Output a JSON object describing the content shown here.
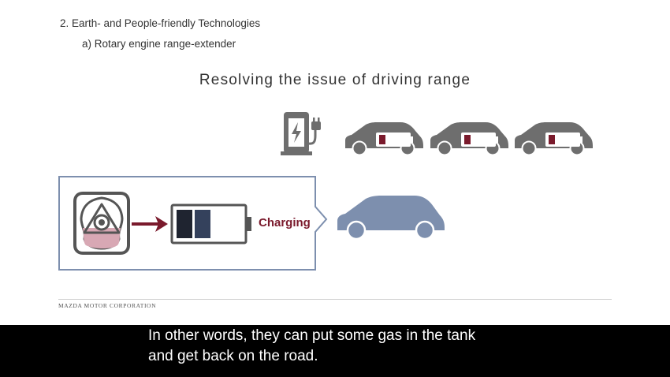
{
  "slide": {
    "heading1": "2. Earth- and People-friendly Technologies",
    "heading2": "a) Rotary engine range-extender",
    "title": "Resolving the issue of driving range",
    "charging_label": "Charging",
    "footer": "MAZDA MOTOR CORPORATION"
  },
  "subtitles": {
    "line1": "In other words, they can put some gas in the tank",
    "line2": "and get back on the road."
  },
  "icons": [
    "charging-station-icon",
    "car-icon",
    "rotary-engine-icon",
    "arrow-right-icon",
    "battery-icon"
  ],
  "colors": {
    "car_gray": "#6e6e6e",
    "car_blue": "#7d8fae",
    "accent_red": "#7a1a2c",
    "box_border": "#7d8fae",
    "battery_dark": "#1f2430",
    "battery_blue": "#34415c",
    "subtitle_bg": "#000000"
  },
  "cars_low_battery": 3
}
